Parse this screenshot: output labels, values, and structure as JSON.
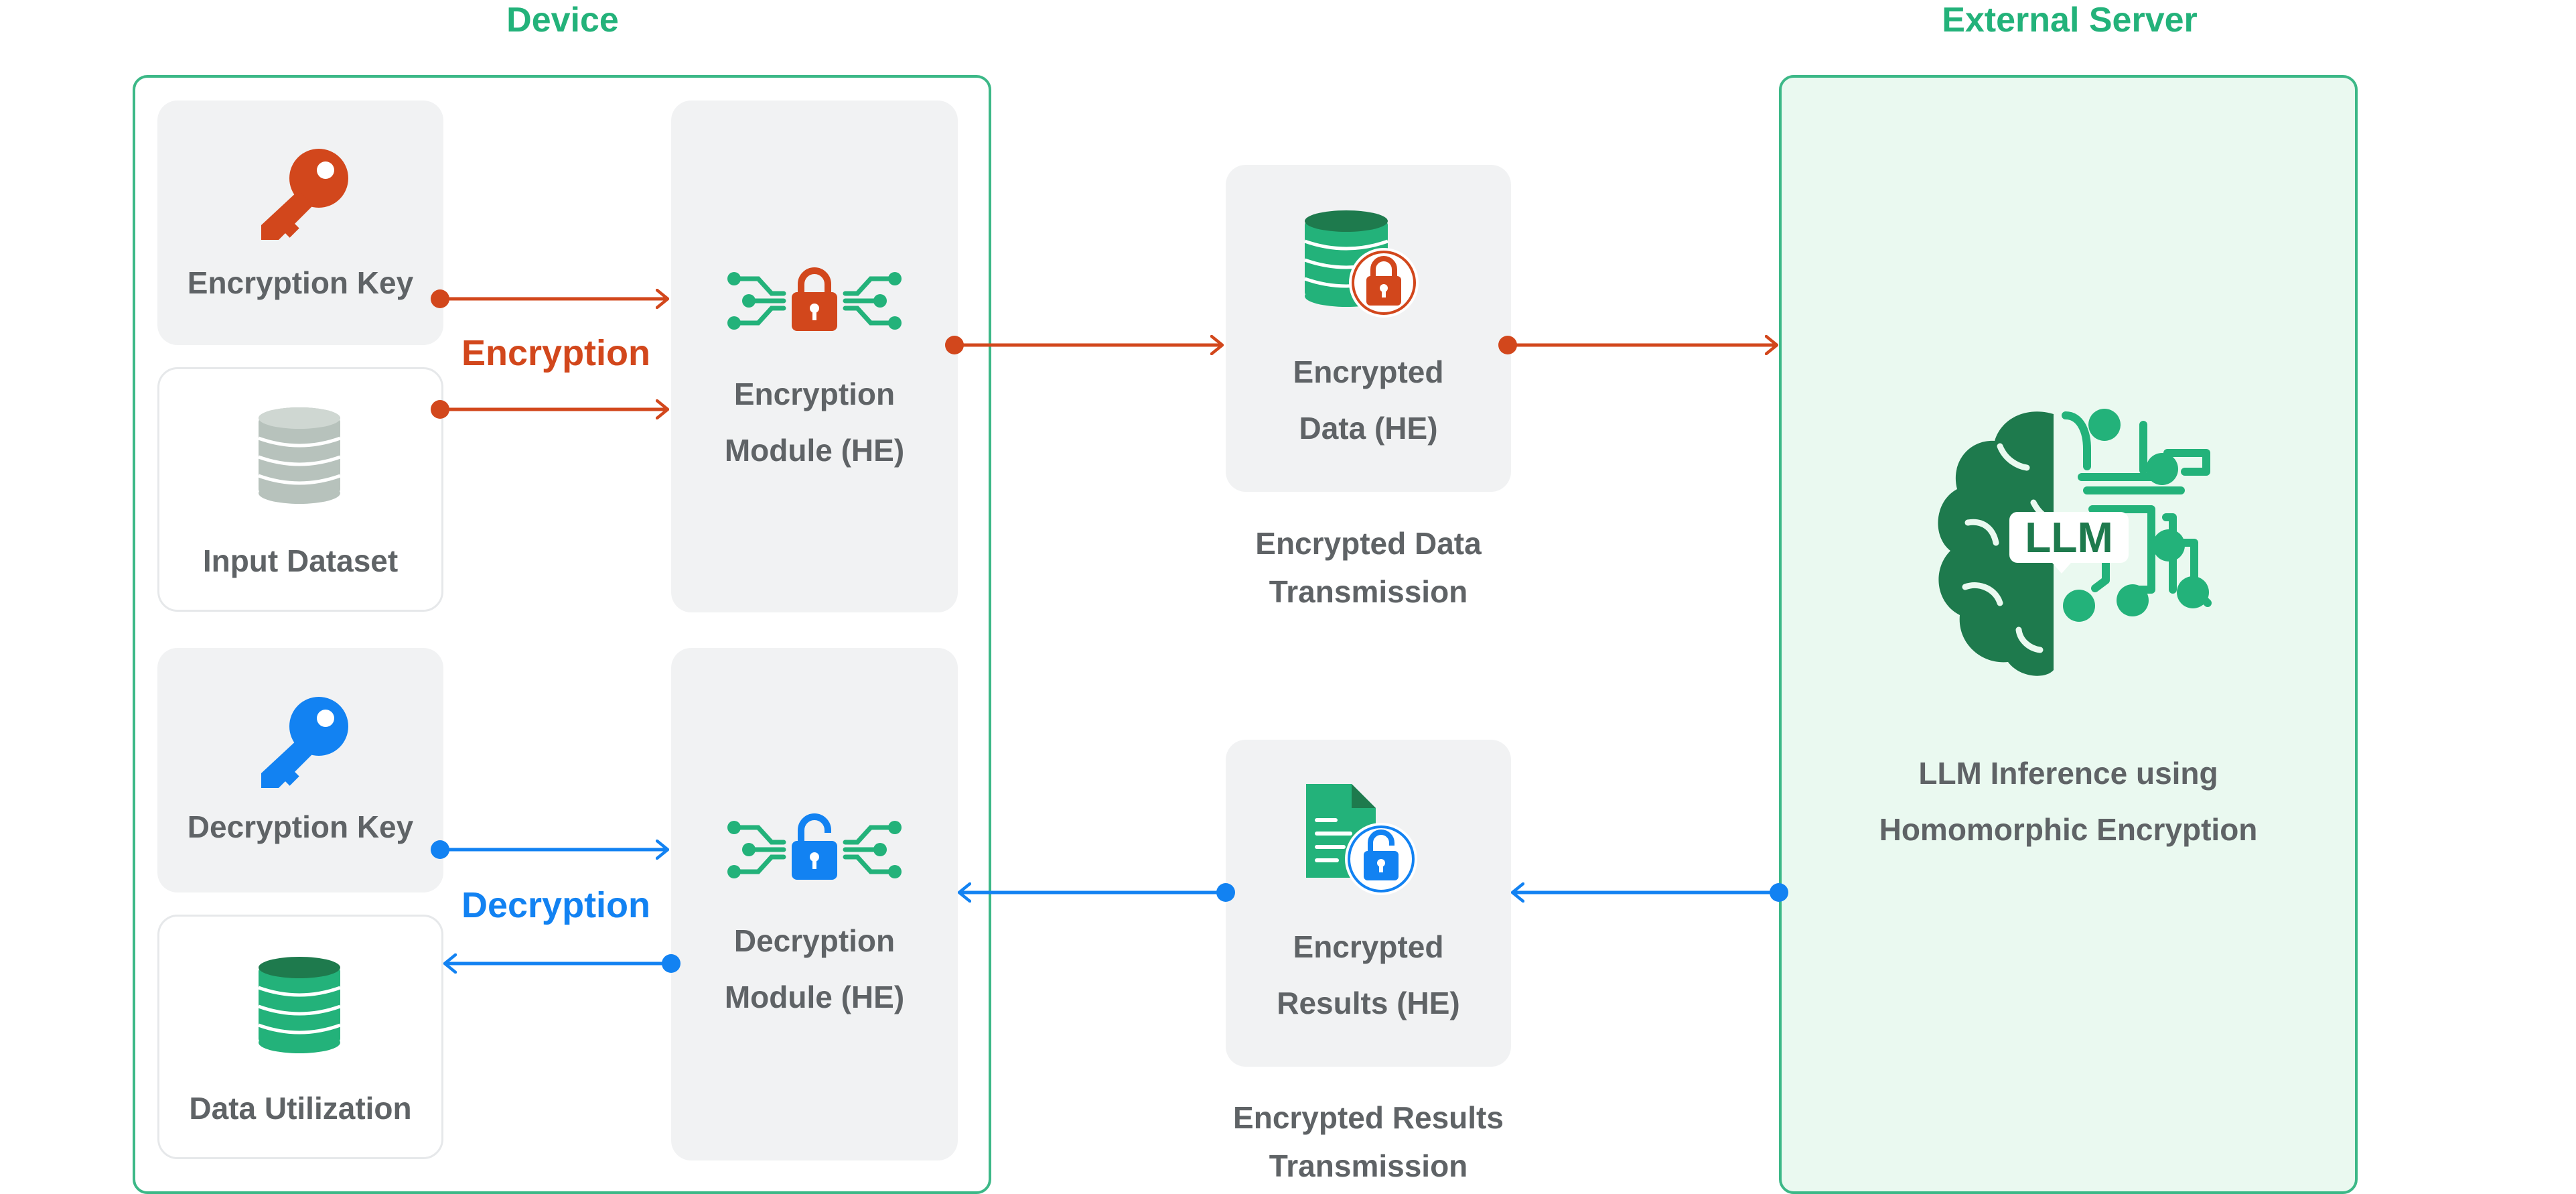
{
  "colors": {
    "green": "#23B27A",
    "dark_green": "#1E7A4D",
    "red": "#D2471C",
    "blue": "#1282F2",
    "gray_db": "#B7C2BC",
    "server_bg": "#EAF9F0"
  },
  "device": {
    "title": "Device"
  },
  "server": {
    "title": "External Server"
  },
  "nodes": {
    "encryption_key": "Encryption Key",
    "input_dataset": "Input Dataset",
    "encryption_module": [
      "Encryption",
      "Module (HE)"
    ],
    "decryption_key": "Decryption Key",
    "data_utilization": "Data Utilization",
    "decryption_module": [
      "Decryption",
      "Module (HE)"
    ],
    "encrypted_data": [
      "Encrypted",
      "Data (HE)"
    ],
    "encrypted_results": [
      "Encrypted",
      "Results (HE)"
    ],
    "llm_badge": "LLM",
    "llm_inference": [
      "LLM Inference using",
      "Homomorphic Encryption"
    ]
  },
  "flows": {
    "encryption": "Encryption",
    "decryption": "Decryption"
  },
  "captions": {
    "encrypted_data_transmission": [
      "Encrypted Data",
      "Transmission"
    ],
    "encrypted_results_transmission": [
      "Encrypted Results",
      "Transmission"
    ]
  },
  "icons": {
    "encryption_key": "key-icon",
    "decryption_key": "key-icon",
    "input_dataset": "database-icon",
    "data_utilization": "database-icon",
    "encryption_module": "circuit-lock-icon",
    "decryption_module": "circuit-unlock-icon",
    "encrypted_data": "database-lock-icon",
    "encrypted_results": "document-unlock-icon",
    "llm": "brain-circuit-icon"
  }
}
